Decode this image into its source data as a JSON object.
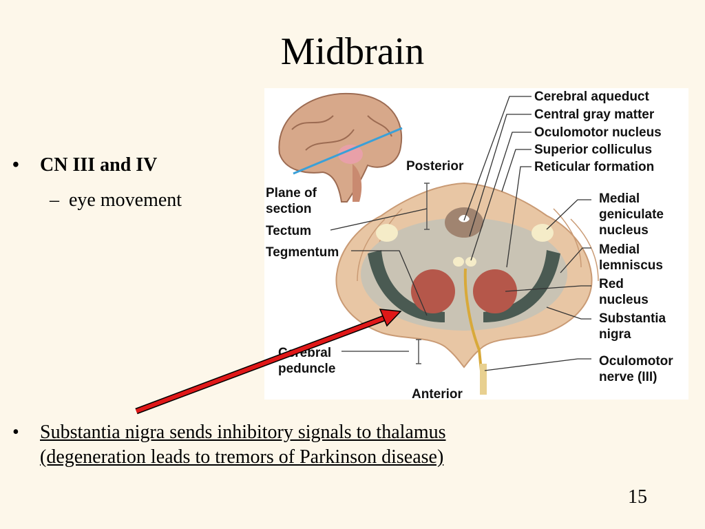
{
  "slide": {
    "title": "Midbrain",
    "page_number": "15"
  },
  "bullets": [
    {
      "text": "CN III and IV",
      "sub": "eye movement"
    },
    {
      "line1": "Substantia nigra sends inhibitory signals to thalamus",
      "line2": "(degeneration leads to tremors of  Parkinson disease)"
    }
  ],
  "glyphs": {
    "bullet": "•",
    "dash": "–"
  },
  "figure": {
    "labels": {
      "cerebral_aqueduct": "Cerebral aqueduct",
      "central_gray_matter": "Central gray matter",
      "oculomotor_nucleus": "Oculomotor nucleus",
      "superior_colliculus": "Superior colliculus",
      "reticular_formation": "Reticular formation",
      "posterior": "Posterior",
      "plane_of": "Plane of",
      "section": "section",
      "tectum": "Tectum",
      "tegmentum": "Tegmentum",
      "medial_geniculate_1": "Medial",
      "medial_geniculate_2": "geniculate",
      "medial_geniculate_3": "nucleus",
      "medial_lemniscus_1": "Medial",
      "medial_lemniscus_2": "lemniscus",
      "red_nucleus_1": "Red",
      "red_nucleus_2": "nucleus",
      "substantia_nigra_1": "Substantia",
      "substantia_nigra_2": "nigra",
      "cerebral_peduncle_1": "Cerebral",
      "cerebral_peduncle_2": "peduncle",
      "oculomotor_nerve_1": "Oculomotor",
      "oculomotor_nerve_2": "nerve (III)",
      "anterior": "Anterior"
    },
    "colors": {
      "tissue": "#e8c6a4",
      "tissue_edge": "#c99a74",
      "nigra": "#4a5a52",
      "red_nucleus": "#b5574a",
      "arrow": "#e01818",
      "plane_line": "#3aa0d8"
    }
  }
}
